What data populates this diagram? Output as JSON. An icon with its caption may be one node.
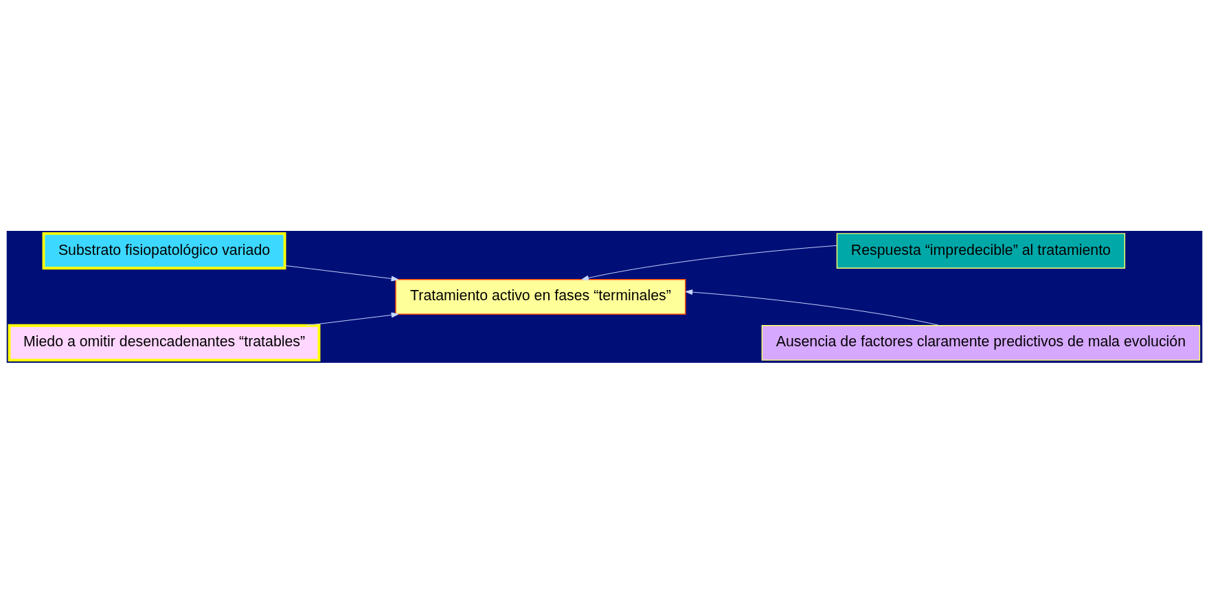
{
  "diagram": {
    "nodes": [
      {
        "text": [
          "Substrato fisiopatológico variado"
        ]
      },
      {
        "text": [
          "Respuesta “impredecible” al tratamiento"
        ]
      },
      {
        "text": [
          "Tratamiento activo en fases “terminales”"
        ]
      },
      {
        "text": [
          "Miedo a omitir desencadenantes “tratables”"
        ]
      },
      {
        "text": [
          "Ausencia de factores claramente predictivos de mala evolución"
        ]
      }
    ],
    "edges": [
      {
        "from": 0,
        "to": 2,
        "arrow": "to"
      },
      {
        "from": 3,
        "to": 2,
        "arrow": "to"
      },
      {
        "from": 1,
        "to": 2,
        "arrow": "to"
      },
      {
        "from": 4,
        "to": 2,
        "arrow": "to"
      }
    ]
  }
}
